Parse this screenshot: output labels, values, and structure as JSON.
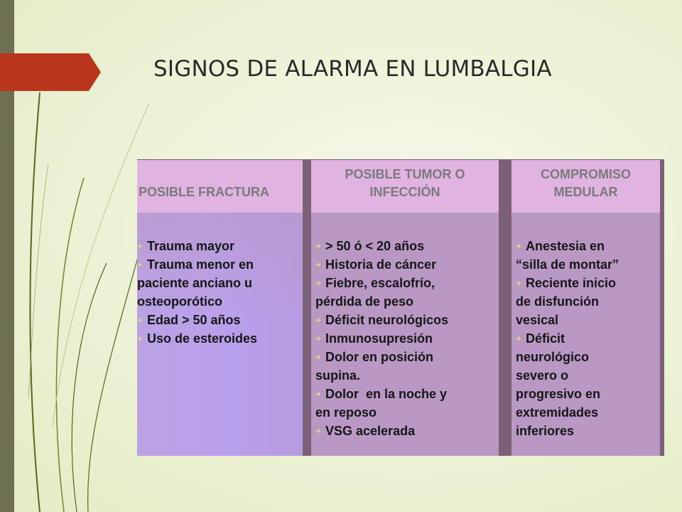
{
  "slide": {
    "title": "SIGNOS DE ALARMA EN LUMBALGIA"
  },
  "colors": {
    "accent_arrow": "#b8361c",
    "left_bar": "#6f6f52",
    "header_fill": "#e0b3e1",
    "body_fill": "#b998c4",
    "first_column_fill": "#b9a0ec",
    "separator": "#7c6077"
  },
  "table": {
    "columns": [
      {
        "header": "POSIBLE FRACTURA",
        "items": [
          {
            "bullet": true,
            "text": "Trauma mayor"
          },
          {
            "bullet": true,
            "text": "Trauma menor en"
          },
          {
            "bullet": false,
            "text": "paciente anciano u"
          },
          {
            "bullet": false,
            "text": "osteoporótico"
          },
          {
            "bullet": true,
            "text": "Edad > 50 años"
          },
          {
            "bullet": true,
            "text": "Uso de esteroides"
          }
        ]
      },
      {
        "header": "POSIBLE TUMOR O INFECCIÓN",
        "items": [
          {
            "bullet": true,
            "text": "> 50 ó < 20 años"
          },
          {
            "bullet": true,
            "text": "Historia de cáncer"
          },
          {
            "bullet": true,
            "text": "Fiebre, escalofrío,"
          },
          {
            "bullet": false,
            "text": "pérdida de peso"
          },
          {
            "bullet": true,
            "text": "Déficit neurológicos"
          },
          {
            "bullet": true,
            "text": "Inmunosupresión"
          },
          {
            "bullet": true,
            "text": "Dolor en posición"
          },
          {
            "bullet": false,
            "text": "supina."
          },
          {
            "bullet": true,
            "text": "Dolor  en la noche y"
          },
          {
            "bullet": false,
            "text": "en reposo"
          },
          {
            "bullet": true,
            "text": "VSG acelerada"
          }
        ]
      },
      {
        "header": "COMPROMISO MEDULAR",
        "items": [
          {
            "bullet": true,
            "text": "Anestesia en"
          },
          {
            "bullet": false,
            "text": "“silla de montar”"
          },
          {
            "bullet": true,
            "text": "Reciente inicio"
          },
          {
            "bullet": false,
            "text": "de disfunción"
          },
          {
            "bullet": false,
            "text": "vesical"
          },
          {
            "bullet": true,
            "text": "Déficit"
          },
          {
            "bullet": false,
            "text": "neurológico"
          },
          {
            "bullet": false,
            "text": "severo o"
          },
          {
            "bullet": false,
            "text": "progresivo en"
          },
          {
            "bullet": false,
            "text": "extremidades"
          },
          {
            "bullet": false,
            "text": "inferiores"
          }
        ]
      }
    ]
  }
}
